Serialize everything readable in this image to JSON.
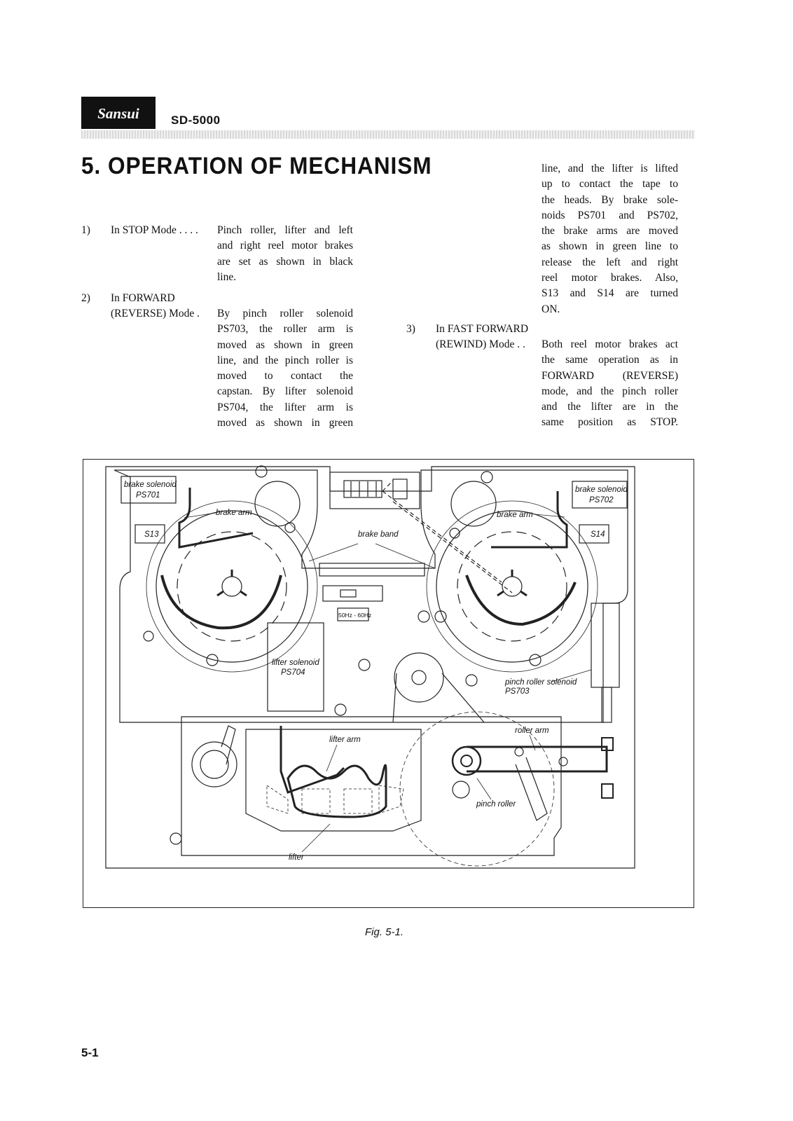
{
  "header": {
    "brand": "Sansui",
    "model": "SD-5000"
  },
  "section_title": "5. OPERATION OF MECHANISM",
  "items": [
    {
      "number": "1)",
      "mode": "In STOP Mode . . . .",
      "lines": [
        "Pinch roller, lifter and left",
        "and right reel motor brakes",
        "are set as shown in black",
        "line."
      ]
    },
    {
      "number": "2)",
      "mode": "In FORWARD",
      "mode_cont": "(REVERSE) Mode .",
      "lines": [
        "By pinch roller solenoid",
        "PS703, the roller arm is",
        "moved as shown in green",
        "line, and the pinch roller is",
        "moved to contact the",
        "capstan. By lifter solenoid",
        "PS704, the lifter arm is",
        "moved as shown in green"
      ]
    },
    {
      "continuation_lines": [
        "line, and the lifter is lifted",
        "up to contact the tape to",
        "the heads. By brake sole-",
        "noids PS701 and PS702,",
        "the brake arms are moved",
        "as shown in green line to",
        "release the left and right",
        "reel motor brakes. Also,",
        "S13 and S14 are turned",
        "ON."
      ]
    },
    {
      "number": "3)",
      "mode": "In FAST FORWARD",
      "mode_cont": "(REWIND) Mode . .",
      "lines": [
        "Both reel motor brakes act",
        "the same operation as in",
        "FORWARD (REVERSE)",
        "mode, and the pinch roller",
        "and the lifter are in the",
        "same position as STOP."
      ]
    }
  ],
  "figure": {
    "labels": {
      "brake_solenoid_left": "brake solenoid",
      "ps701": "PS701",
      "brake_arm_left": "brake arm",
      "s13": "S13",
      "brake_band": "brake band",
      "brake_solenoid_right": "brake solenoid",
      "ps702": "PS702",
      "brake_arm_right": "brake arm",
      "s14": "S14",
      "freq": "50Hz - 60Hz",
      "lifter_solenoid": "lifter solenoid",
      "ps704": "PS704",
      "pinch_roller_solenoid": "pinch roller solenoid",
      "ps703": "PS703",
      "lifter_arm": "lifter arm",
      "roller_arm": "roller arm",
      "pinch_roller": "pinch roller",
      "lifter": "lifter"
    },
    "caption": "Fig. 5-1."
  },
  "page_number": "5-1"
}
